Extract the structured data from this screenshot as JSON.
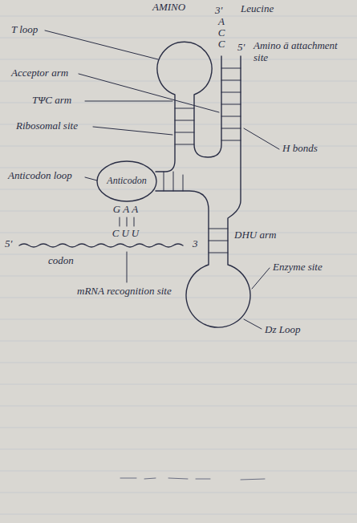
{
  "diagram": {
    "nodes": [
      {
        "text": [
          "Anticodon"
        ]
      }
    ],
    "labels": [
      "AMINO",
      "Leucine",
      "3'",
      "A",
      "C",
      "C",
      "5'",
      "Amino ā attachment site",
      "T loop",
      "Acceptor arm",
      "TΨC arm",
      "Ribosomal site",
      "H bonds",
      "Anticodon loop",
      "GAA",
      "CUU",
      "5'",
      "3",
      "codon",
      "DHU arm",
      "mRNA recognition site",
      "Enzyme site",
      "Dz Loop"
    ]
  }
}
